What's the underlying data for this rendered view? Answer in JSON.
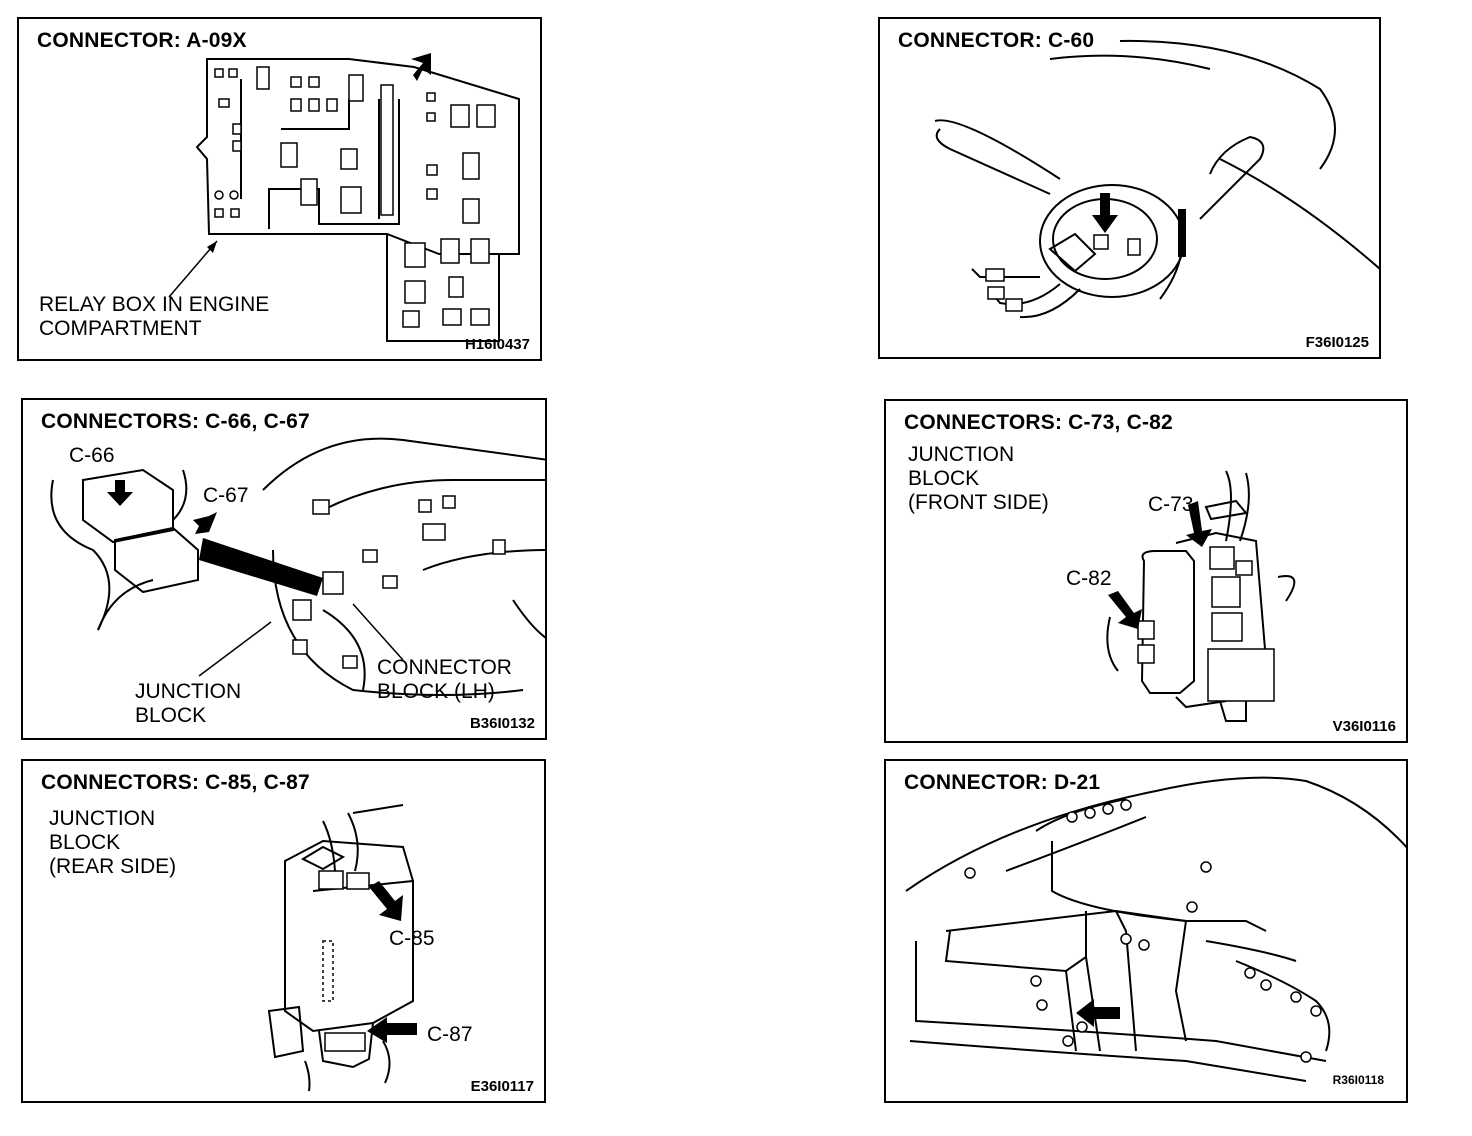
{
  "panels": [
    {
      "title": "CONNECTOR: A-09X",
      "labels": [
        "RELAY BOX IN ENGINE",
        "COMPARTMENT"
      ],
      "code": "H16I0437"
    },
    {
      "title": "CONNECTOR: C-60",
      "labels": [],
      "code": "F36I0125"
    },
    {
      "title": "CONNECTORS: C-66, C-67",
      "labels": [
        "C-66",
        "C-67",
        "JUNCTION",
        "BLOCK",
        "CONNECTOR",
        "BLOCK (LH)"
      ],
      "code": "B36I0132"
    },
    {
      "title": "CONNECTORS: C-73, C-82",
      "labels": [
        "JUNCTION",
        "BLOCK",
        "(FRONT SIDE)",
        "C-73",
        "C-82"
      ],
      "code": "V36I0116"
    },
    {
      "title": "CONNECTORS: C-85, C-87",
      "labels": [
        "JUNCTION",
        "BLOCK",
        "(REAR SIDE)",
        "C-85",
        "C-87"
      ],
      "code": "E36I0117"
    },
    {
      "title": "CONNECTOR: D-21",
      "labels": [],
      "code": "R36I0118"
    }
  ]
}
